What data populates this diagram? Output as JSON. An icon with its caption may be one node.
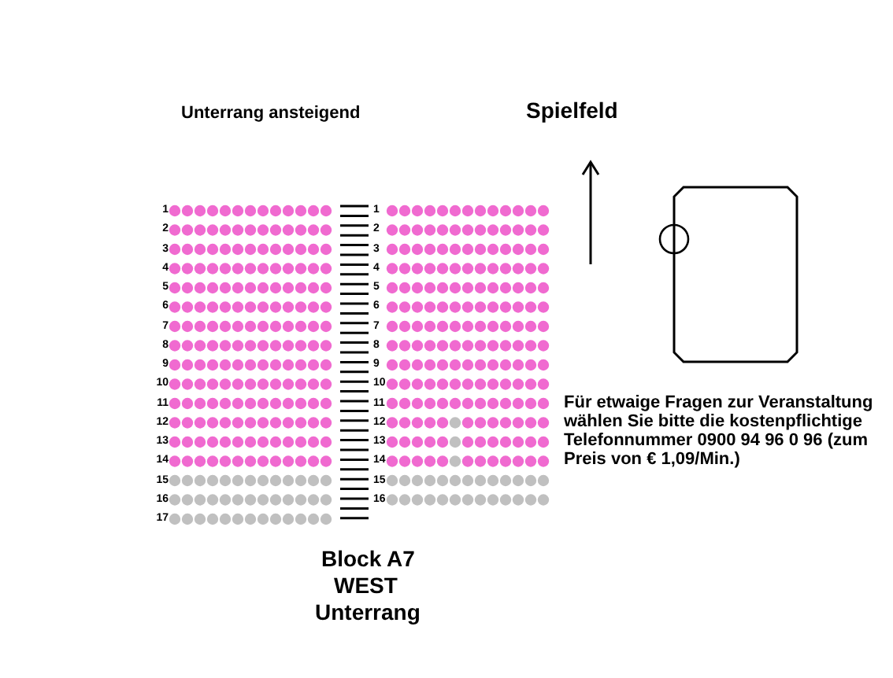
{
  "diagram": {
    "labels": [
      "Unterrang ansteigend",
      "Spielfeld",
      "1",
      "1",
      "2",
      "2",
      "3",
      "3",
      "4",
      "4",
      "5",
      "5",
      "6",
      "6",
      "7",
      "7",
      "8",
      "8",
      "9",
      "9",
      "10",
      "10",
      "11",
      "11",
      "12",
      "12",
      "13",
      "13",
      "14",
      "14",
      "15",
      "15",
      "16",
      "16",
      "17",
      "Für etwaige Fragen zur Veranstaltung wählen Sie bitte die kostenpflichtige Telefonnummer 0900 94 96 0 96 (zum Preis von € 1,09/Min.)",
      "Block A7",
      "WEST",
      "Unterrang"
    ]
  }
}
